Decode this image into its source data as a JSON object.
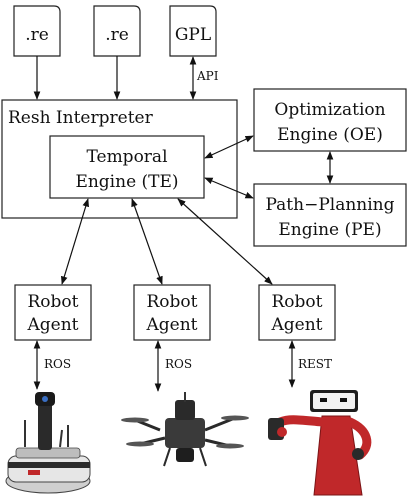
{
  "files": [
    {
      "label": ".re"
    },
    {
      "label": ".re"
    },
    {
      "label": "GPL"
    }
  ],
  "edges": {
    "api_label": "API",
    "ros_label_1": "ROS",
    "ros_label_2": "ROS",
    "rest_label": "REST"
  },
  "interpreter": {
    "title": "Resh Interpreter"
  },
  "temporal_engine": {
    "line1": "Temporal",
    "line2": "Engine (TE)"
  },
  "optimization_engine": {
    "line1": "Optimization",
    "line2": "Engine (OE)"
  },
  "path_planning_engine": {
    "line1": "Path−Planning",
    "line2": "Engine (PE)"
  },
  "agents": [
    {
      "line1": "Robot",
      "line2": "Agent"
    },
    {
      "line1": "Robot",
      "line2": "Agent"
    },
    {
      "line1": "Robot",
      "line2": "Agent"
    }
  ],
  "robots": [
    {
      "icon": "mobile-robot-icon"
    },
    {
      "icon": "drone-icon"
    },
    {
      "icon": "arm-robot-icon"
    }
  ],
  "colors": {
    "line": "#111111",
    "robot_red": "#c0282a",
    "robot_dark": "#2a2a2a"
  }
}
